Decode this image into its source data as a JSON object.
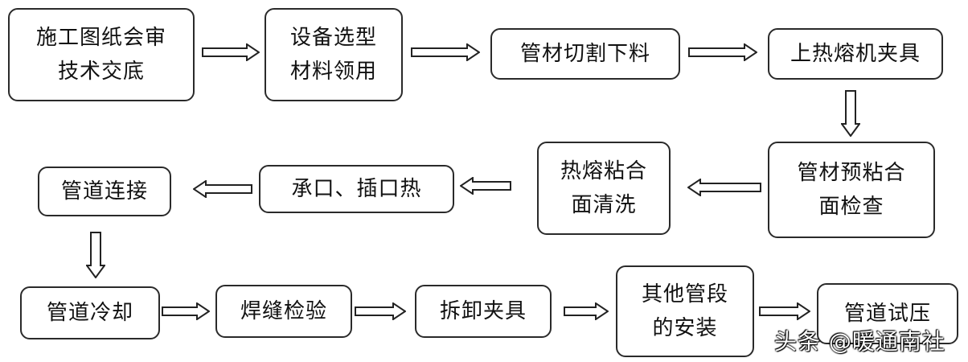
{
  "nodes": {
    "n1": {
      "line1": "施工图纸会审",
      "line2": "技术交底"
    },
    "n2": {
      "line1": "设备选型",
      "line2": "材料领用"
    },
    "n3": {
      "line1": "管材切割下料"
    },
    "n4": {
      "line1": "上热熔机夹具"
    },
    "n5": {
      "line1": "管材预粘合",
      "line2": "面检查"
    },
    "n6": {
      "line1": "热熔粘合",
      "line2": "面清洗"
    },
    "n7": {
      "line1": "承口、插口热"
    },
    "n8": {
      "line1": "管道连接"
    },
    "n9": {
      "line1": "管道冷却"
    },
    "n10": {
      "line1": "焊缝检验"
    },
    "n11": {
      "line1": "拆卸夹具"
    },
    "n12": {
      "line1": "其他管段",
      "line2": "的安装"
    },
    "n13": {
      "line1": "管道试压"
    }
  },
  "watermark": "头条 @暖通南社",
  "colors": {
    "border": "#2a2a2a",
    "text": "#111111",
    "background": "#ffffff"
  }
}
